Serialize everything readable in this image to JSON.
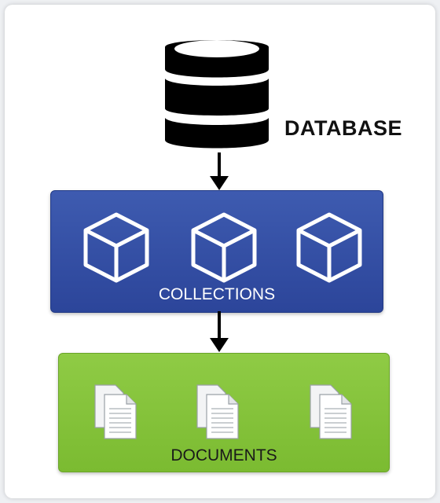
{
  "database": {
    "label": "DATABASE",
    "icon": "database-icon"
  },
  "collections": {
    "label": "COLLECTIONS",
    "icon": "cube-icon",
    "color": "#3550a6",
    "items": [
      "cube-icon",
      "cube-icon",
      "cube-icon"
    ]
  },
  "documents": {
    "label": "DOCUMENTS",
    "icon": "documents-icon",
    "color": "#84c43a",
    "items": [
      "documents-icon",
      "documents-icon",
      "documents-icon"
    ]
  },
  "connectors": [
    "database-to-collections",
    "collections-to-documents"
  ]
}
